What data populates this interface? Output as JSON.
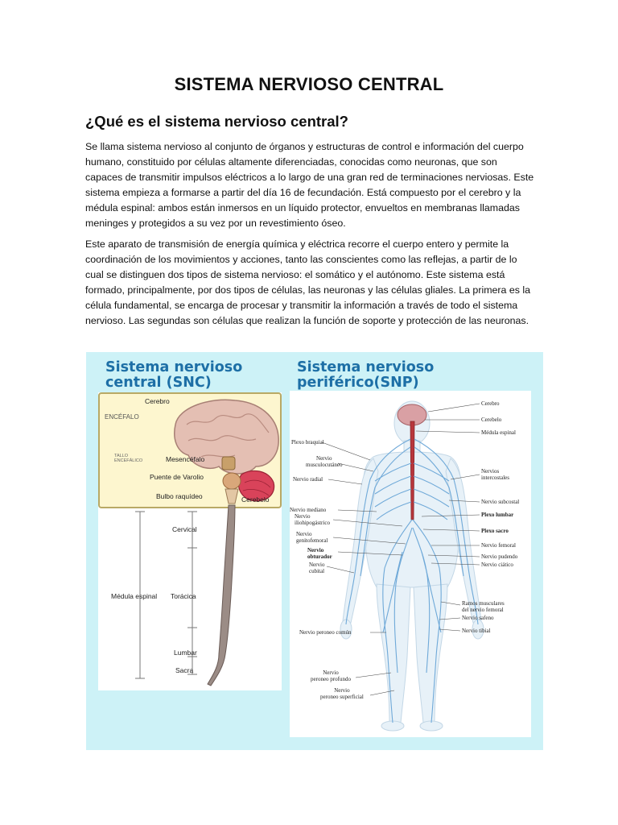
{
  "document": {
    "title": "SISTEMA NERVIOSO CENTRAL",
    "subtitle": "¿Qué es el sistema nervioso central?",
    "paragraph_1": "Se llama sistema nervioso al conjunto de órganos y estructuras de control e información del cuerpo humano, constituido por células altamente diferenciadas, conocidas como neuronas, que son capaces de transmitir impulsos eléctricos a lo largo de una gran red de terminaciones nerviosas. Este sistema empieza a formarse a partir del día 16 de fecundación. Está compuesto por el cerebro y la médula espinal: ambos están inmersos en un líquido protector, envueltos en membranas llamadas meninges y protegidos a su vez por un revestimiento óseo.",
    "paragraph_2": "Este aparato de transmisión de energía química y eléctrica recorre el cuerpo entero y permite la coordinación de los movimientos y acciones, tanto las conscientes como las reflejas, a partir de lo cual se distinguen dos tipos de sistema nervioso: el somático y el autónomo. Este sistema está formado, principalmente, por dos tipos de células, las neuronas y las células gliales. La primera es la célula fundamental, se encarga de procesar y transmitir la información a través de todo el sistema nervioso. Las segundas son células que realizan la función de soporte y protección de las neuronas."
  },
  "figure": {
    "snc": {
      "title_line1": "Sistema nervioso",
      "title_line2": "central (SNC)",
      "labels": {
        "cerebro": "Cerebro",
        "encefalo": "ENCÉFALO",
        "tallo_line1": "TALLO",
        "tallo_line2": "ENCEFÁLICO",
        "mesencefalo": "Mesencéfalo",
        "puente": "Puente de Varolio",
        "bulbo": "Bulbo raquídeo",
        "cerebelo": "Cerebelo",
        "cervical": "Cervical",
        "medula": "Médula espinal",
        "toracica": "Torácica",
        "lumbar": "Lumbar",
        "sacra": "Sacra"
      }
    },
    "snp": {
      "title_line1": "Sistema nervioso",
      "title_line2": "periférico(SNP)",
      "labels": {
        "cerebro": "Cerebro",
        "cerebelo": "Cerebelo",
        "medula": "Médula espinal",
        "plexo_braquial": "Plexo braquial",
        "musculo_1": "Nervio",
        "musculo_2": "musculocutáneo",
        "radial": "Nervio radial",
        "intercostales_1": "Nervios",
        "intercostales_2": "intercostales",
        "subcostal": "Nervio subcostal",
        "mediano": "Nervio mediano",
        "ilio_1": "Nervio",
        "ilio_2": "iliohipogástrico",
        "lumbar": "Plexo lumbar",
        "sacro": "Plexo sacro",
        "geni_1": "Nervio",
        "geni_2": "genitofemoral",
        "femoral": "Nervio femoral",
        "obt_1": "Nervio",
        "obt_2": "obturador",
        "pudendo": "Nervio pudendo",
        "cub_1": "Nervio",
        "cub_2": "cubital",
        "ciatico": "Nervio ciático",
        "ramos_1": "Ramos musculares",
        "ramos_2": "del nervio femoral",
        "safeno": "Nervio safeno",
        "peroneo_comun": "Nervio peroneo común",
        "tibial": "Nervio tibial",
        "prof_1": "Nervio",
        "prof_2": "peroneo profundo",
        "sup_1": "Nervio",
        "sup_2": "peroneo superficial"
      }
    }
  }
}
